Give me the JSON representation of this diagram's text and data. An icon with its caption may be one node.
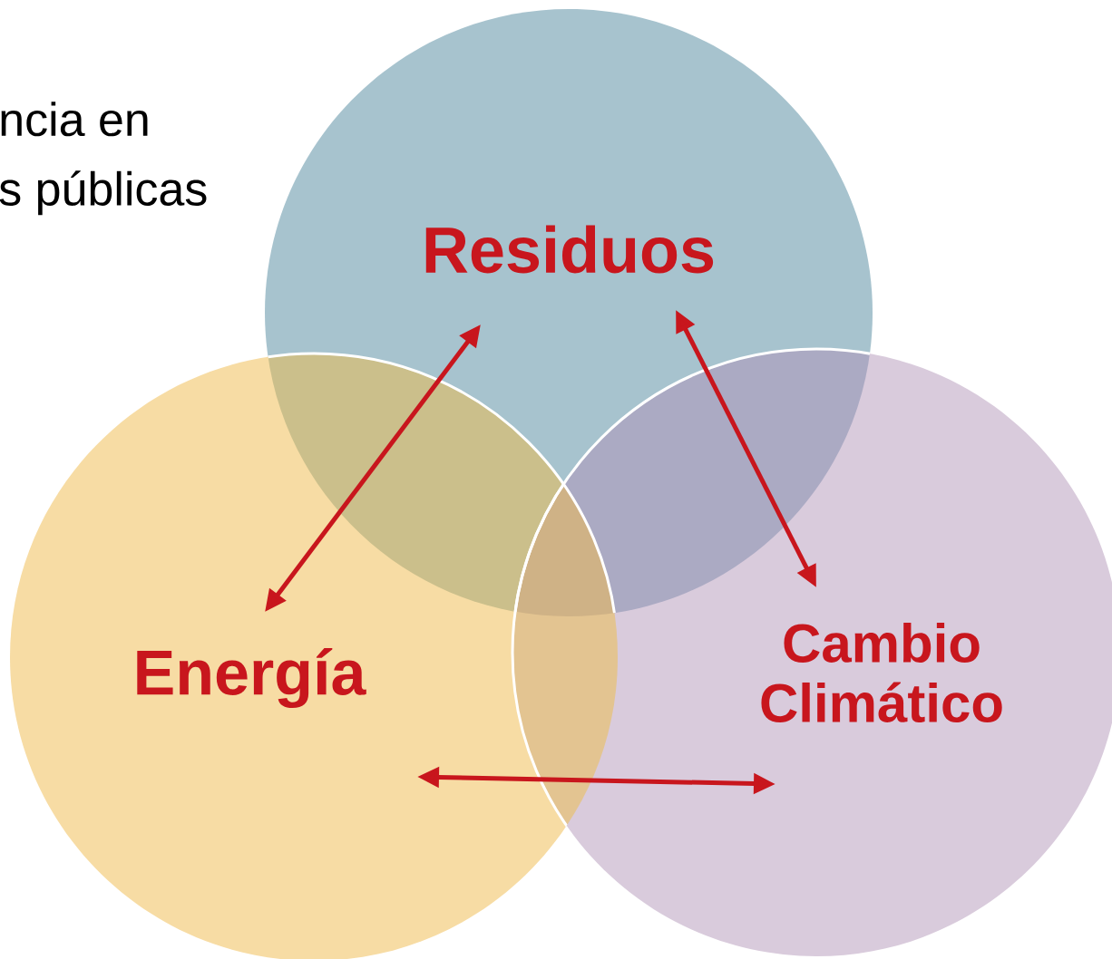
{
  "diagram": {
    "nodes": [
      {
        "text": [
          "Residuos"
        ]
      },
      {
        "text": [
          "Energía"
        ]
      },
      {
        "text": [
          "Cambio Climático"
        ]
      }
    ],
    "edges": [
      {
        "from": 0,
        "to": 1,
        "arrow": "both"
      },
      {
        "from": 0,
        "to": 2,
        "arrow": "both"
      },
      {
        "from": 1,
        "to": 2,
        "arrow": "both"
      }
    ],
    "labels": [
      "ncia en",
      "s públicas"
    ]
  }
}
